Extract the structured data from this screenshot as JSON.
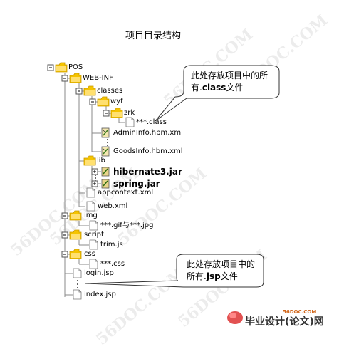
{
  "title": "项目目录结构",
  "tree": {
    "pos": "POS",
    "web_inf": "WEB-INF",
    "classes": "classes",
    "wyf": "wyf",
    "zrk": "zrk",
    "class_file": "***.class",
    "admininfo": "AdminInfo.hbm.xml",
    "goodsinfo": "GoodsInfo.hbm.xml",
    "lib": "lib",
    "hibernate": "hibernate3.jar",
    "spring": "spring.jar",
    "appcontext": "appcontext.xml",
    "webxml": "web.xml",
    "img": "img",
    "img_files": "***.gif与***.jpg",
    "script": "script",
    "trim": "trim.js",
    "css": "css",
    "css_files": "***.css",
    "login": "login.jsp",
    "index": "index.jsp"
  },
  "callouts": {
    "class_note_line1": "此处存放项目中的所",
    "class_note_line2_a": "有.",
    "class_note_line2_b": "class",
    "class_note_line2_c": "文件",
    "jsp_note_line1": "此处存放项目中的",
    "jsp_note_line2_a": "所有.",
    "jsp_note_line2_b": "jsp",
    "jsp_note_line2_c": "文件"
  },
  "watermark": "56DOC.COM",
  "footer": {
    "url": "56DOC.COM",
    "brand": "毕业设计(论文)网"
  },
  "colors": {
    "folder_fill": "#f5c400",
    "folder_tab": "#ffe070",
    "line": "#8a8a8a",
    "callout_border": "#333333"
  }
}
